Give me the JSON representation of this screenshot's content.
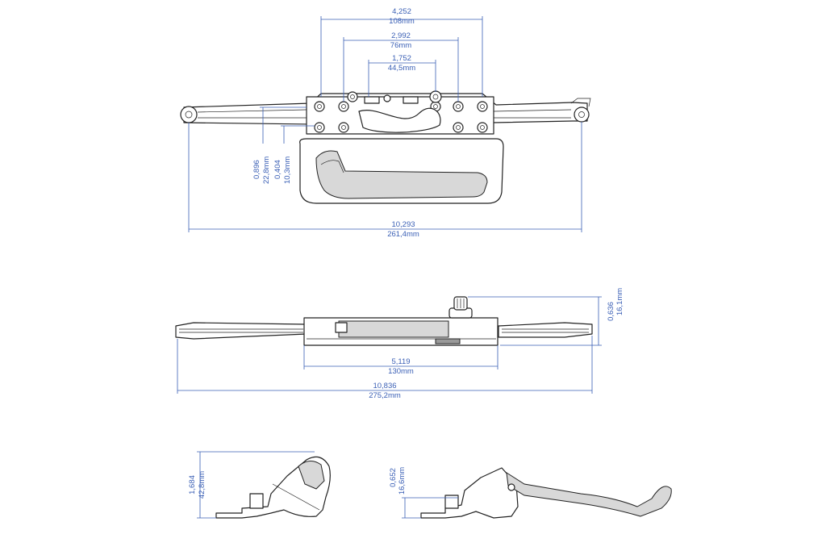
{
  "dimensions": {
    "top_width_outer": {
      "in": "4,252",
      "mm": "108mm"
    },
    "top_width_mid": {
      "in": "2,992",
      "mm": "76mm"
    },
    "top_width_inner": {
      "in": "1,752",
      "mm": "44,5mm"
    },
    "top_offset_a": {
      "in": "0,896",
      "mm": "22,8mm"
    },
    "top_offset_b": {
      "in": "0,404",
      "mm": "10,3mm"
    },
    "top_overall": {
      "in": "10,293",
      "mm": "261,4mm"
    },
    "side_height": {
      "in": "0,636",
      "mm": "16,1mm"
    },
    "side_body": {
      "in": "5,119",
      "mm": "130mm"
    },
    "side_overall": {
      "in": "10,836",
      "mm": "275,2mm"
    },
    "end_cover_height": {
      "in": "1,684",
      "mm": "42,8mm"
    },
    "end_handle_height": {
      "in": "0,652",
      "mm": "16,6mm"
    }
  },
  "colors": {
    "dimension": "#3a5fb5",
    "outline": "#222222"
  }
}
